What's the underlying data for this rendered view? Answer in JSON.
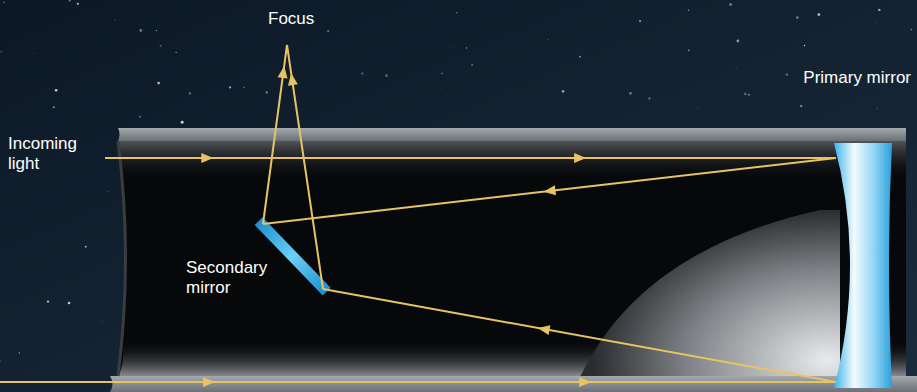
{
  "diagram": {
    "labels": [
      "Focus",
      "Incoming light",
      "Primary mirror",
      "Secondary mirror"
    ]
  }
}
